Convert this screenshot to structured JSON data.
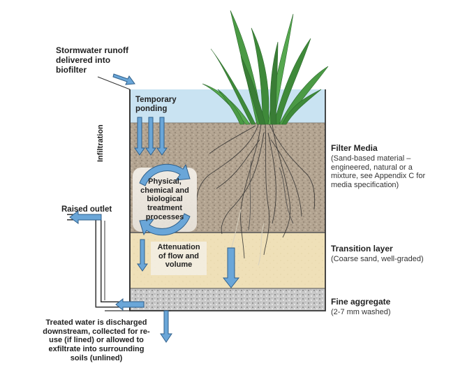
{
  "labels": {
    "stormwater_runoff": "Stormwater runoff\ndelivered into\nbiofilter",
    "temporary_ponding": "Temporary\nponding",
    "infiltration": "Infiltration",
    "processes": "Physical,\nchemical and\nbiological\ntreatment\nprocesses",
    "raised_outlet": "Raised outlet",
    "attenuation": "Attenuation\nof flow and\nvolume",
    "filter_media_title": "Filter Media",
    "filter_media_desc": "(Sand-based material –\nengineered, natural or a\nmixture, see Appendix C for\nmedia specification)",
    "transition_title": "Transition layer",
    "transition_desc": "(Coarse sand, well-graded)",
    "aggregate_title": "Fine aggregate",
    "aggregate_desc": "(2-7 mm washed)",
    "treated_water": "Treated water is discharged\ndownstream, collected for re-\nuse (if lined) or allowed to\nexfiltrate into surrounding\nsoils (unlined)"
  },
  "colors": {
    "ponding": "#c9e3f2",
    "filter_media": "#b3a491",
    "transition": "#efe0b8",
    "aggregate": "#c8c8c8",
    "arrow_fill": "#6aa6d8",
    "arrow_stroke": "#2f5f8a",
    "grass": "#3f8a3a",
    "roots": "#2c2c2c"
  }
}
